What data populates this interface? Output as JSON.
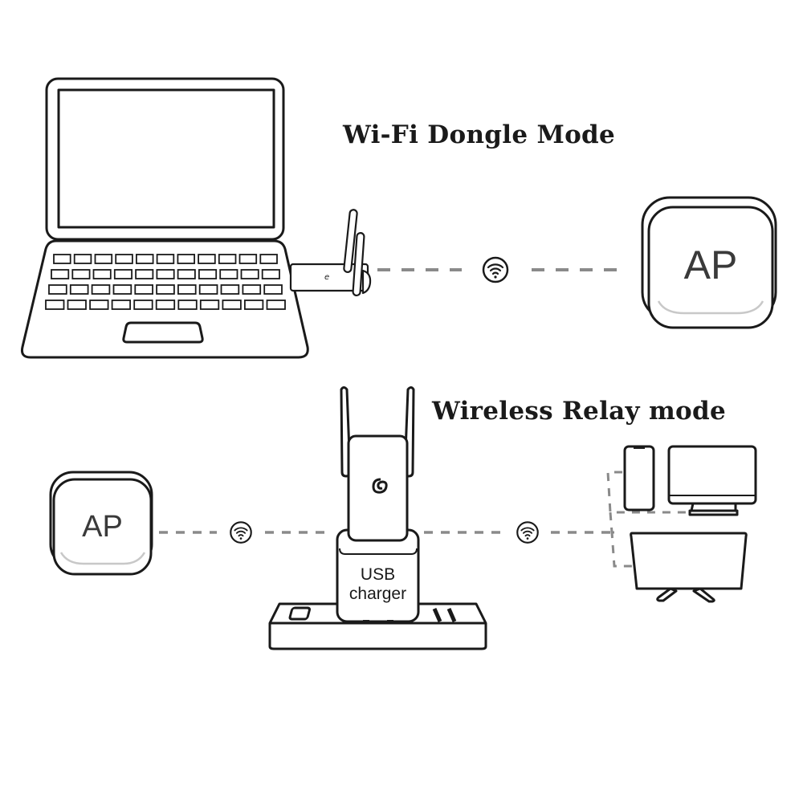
{
  "sections": {
    "dongle_mode": {
      "title": "Wi-Fi Dongle Mode",
      "devices": {
        "laptop": {
          "icon": "laptop-icon"
        },
        "dongle": {
          "icon": "usb-wifi-dongle-icon"
        },
        "access_point": {
          "label": "AP",
          "icon": "access-point-icon"
        }
      },
      "link_icon": "wifi-signal-icon"
    },
    "relay_mode": {
      "title": "Wireless Relay mode",
      "devices": {
        "access_point": {
          "label": "AP",
          "icon": "access-point-icon"
        },
        "repeater": {
          "icon": "wifi-repeater-icon"
        },
        "charger": {
          "label_line1": "USB",
          "label_line2": "charger",
          "icon": "usb-charger-icon"
        },
        "power_strip": {
          "icon": "power-strip-icon"
        },
        "clients": [
          {
            "icon": "smartphone-icon"
          },
          {
            "icon": "desktop-monitor-icon"
          },
          {
            "icon": "tv-icon"
          }
        ]
      },
      "link_icon": "wifi-signal-icon"
    }
  },
  "colors": {
    "stroke": "#1a1a1a",
    "dash": "#8a8a8a",
    "background": "#ffffff"
  }
}
